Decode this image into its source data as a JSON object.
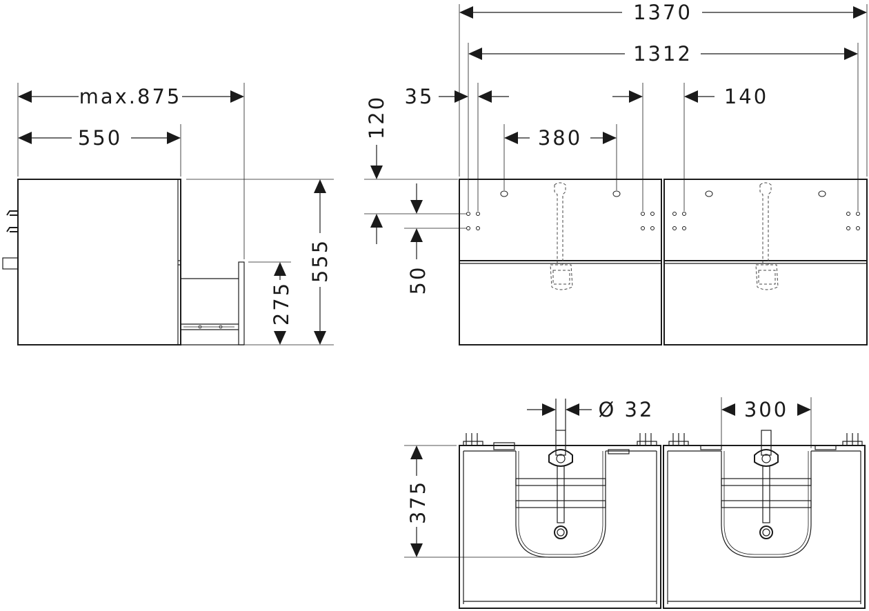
{
  "dimensions": {
    "max_depth": "max.875",
    "depth": "550",
    "height_total": "555",
    "drawer_height": "275",
    "width_total": "1370",
    "width_inner": "1312",
    "edge_offset": "35",
    "basin_hole_spacing": "380",
    "right_offset": "140",
    "top_offset": "120",
    "hole_spacing": "50",
    "pipe_diameter": "Ø 32",
    "cutout_width": "300",
    "cutout_depth": "375"
  }
}
